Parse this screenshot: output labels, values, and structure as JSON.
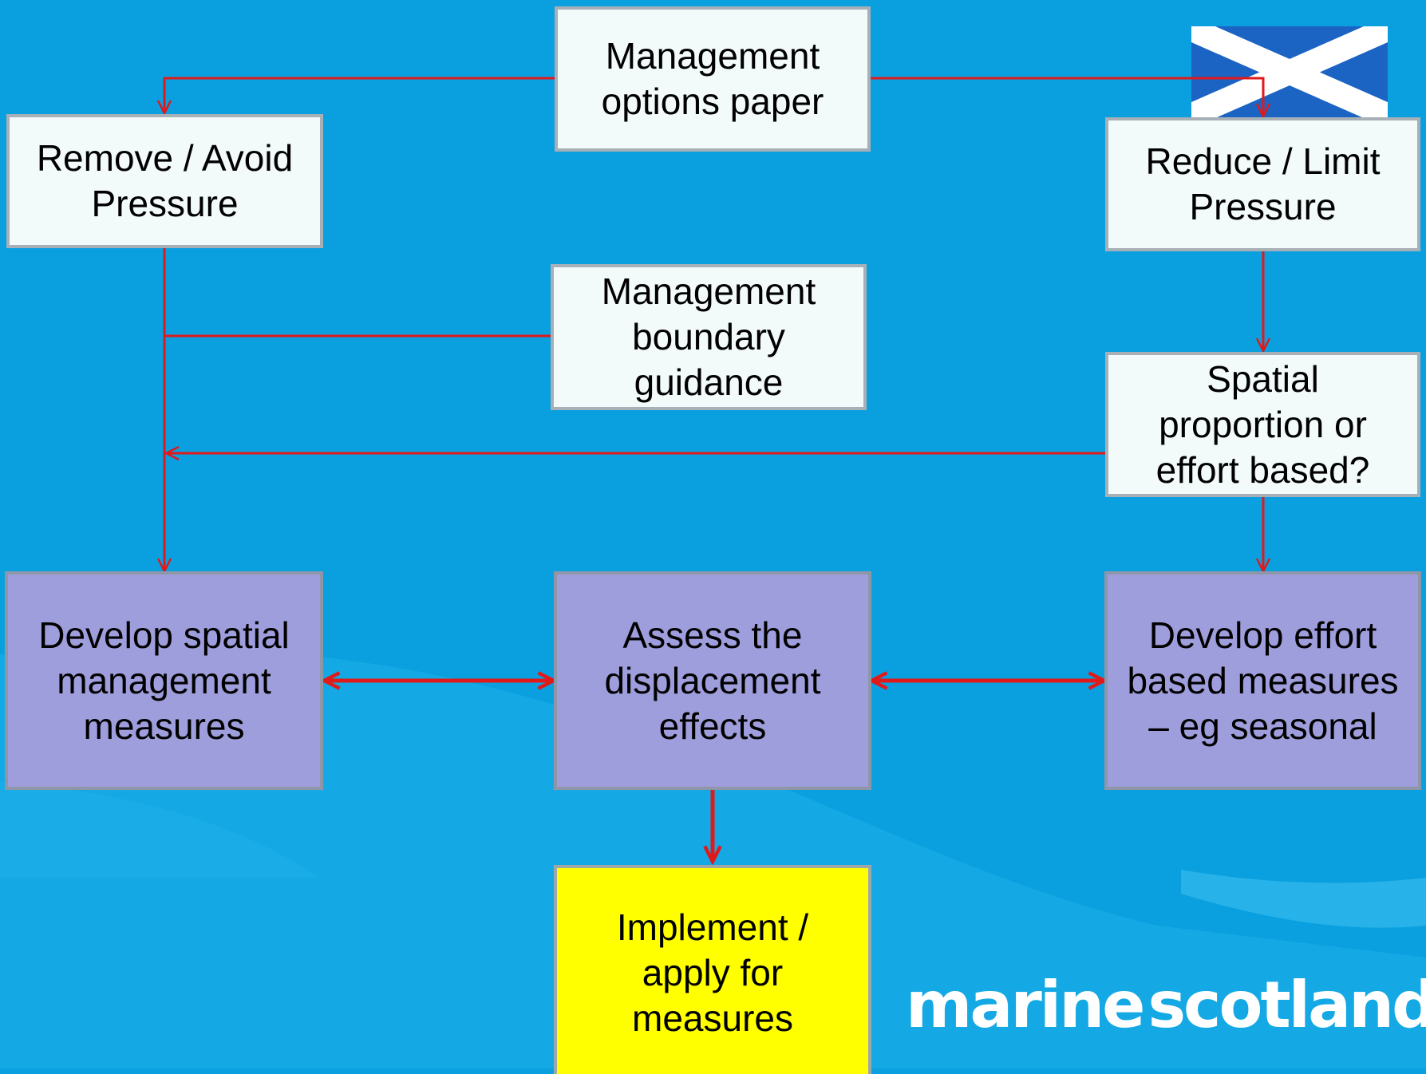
{
  "diagram": {
    "nodes": {
      "management_options_paper": "Management\noptions paper",
      "remove_avoid_pressure": "Remove / Avoid\nPressure",
      "reduce_limit_pressure": "Reduce / Limit\nPressure",
      "management_boundary_guidance": "Management\nboundary\nguidance",
      "spatial_proportion_or_effort": "Spatial\nproportion or\neffort based?",
      "develop_spatial_measures": "Develop spatial\nmanagement\nmeasures",
      "assess_displacement_effects": "Assess  the\ndisplacement\neffects",
      "develop_effort_measures": "Develop effort\nbased measures\n– eg seasonal",
      "implement_apply_measures": "Implement /\napply for\nmeasures"
    },
    "edges": [
      {
        "from": "management_options_paper",
        "to": "remove_avoid_pressure"
      },
      {
        "from": "management_options_paper",
        "to": "reduce_limit_pressure"
      },
      {
        "from": "remove_avoid_pressure",
        "to": "develop_spatial_measures"
      },
      {
        "from": "management_boundary_guidance",
        "to": "remove_avoid_pressure_line"
      },
      {
        "from": "reduce_limit_pressure",
        "to": "spatial_proportion_or_effort"
      },
      {
        "from": "spatial_proportion_or_effort",
        "to": "remove_avoid_pressure_line"
      },
      {
        "from": "spatial_proportion_or_effort",
        "to": "develop_effort_measures"
      },
      {
        "from": "develop_spatial_measures",
        "to": "assess_displacement_effects",
        "bidirectional": true
      },
      {
        "from": "assess_displacement_effects",
        "to": "develop_effort_measures",
        "bidirectional": true
      },
      {
        "from": "assess_displacement_effects",
        "to": "implement_apply_measures"
      }
    ]
  },
  "branding": {
    "logo_part1": "marine",
    "logo_part2": "scotland"
  },
  "colors": {
    "background": "#0aa0e0",
    "box_white": "#f3fafa",
    "box_purple": "#9f9edd",
    "box_yellow": "#ffff00",
    "connector": "#e0191b",
    "flag_blue": "#1b64c4"
  }
}
